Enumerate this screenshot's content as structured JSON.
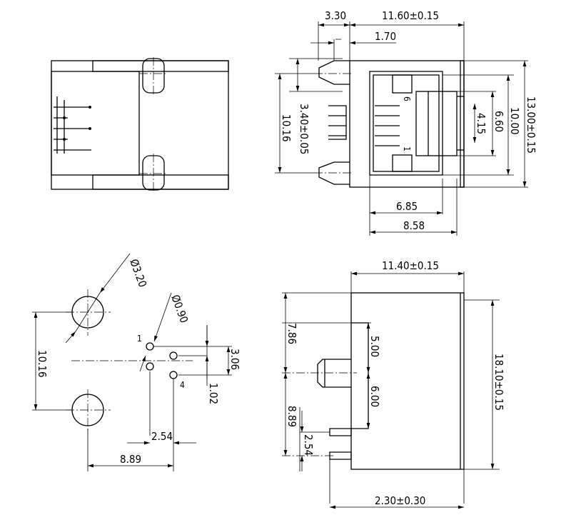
{
  "top_view": {
    "dims": {
      "d330": "3.30",
      "d1160": "11.60±0.15",
      "d170": "1.70",
      "d1016": "10.16",
      "d340": "3.40±0.05",
      "d415": "4.15",
      "d660": "6.60",
      "d1000": "10.00",
      "d1300": "13.00±0.15",
      "d685": "6.85",
      "d858": "8.58"
    },
    "pin_labels": {
      "p6": "6",
      "p1": "1"
    }
  },
  "pcb_layout": {
    "dims": {
      "d320": "Ø3.20",
      "d090": "Ø0.90",
      "d1016": "10.16",
      "d306": "3.06",
      "d102": "1.02",
      "d254": "2.54",
      "d889": "8.89"
    },
    "pin_labels": {
      "p1": "1",
      "p4": "4"
    }
  },
  "side_view": {
    "dims": {
      "d1140": "11.40±0.15",
      "d786": "7.86",
      "d500": "5.00",
      "d600": "6.00",
      "d889": "8.89",
      "d254": "2.54",
      "d1810": "18.10±0.15",
      "d230": "2.30±0.30"
    }
  }
}
